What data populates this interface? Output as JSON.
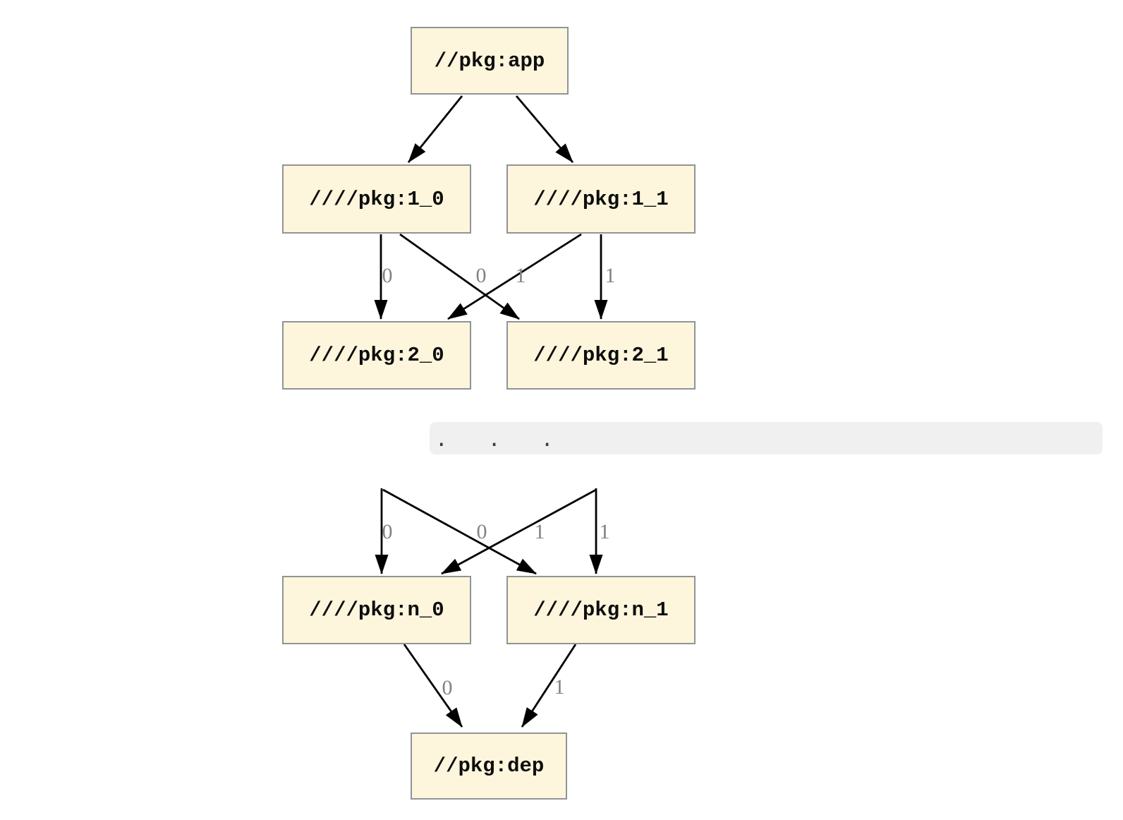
{
  "diagram": {
    "kind": "dependency-graph",
    "nodes": {
      "app": "//pkg:app",
      "l1_0": "////pkg:1_0",
      "l1_1": "////pkg:1_1",
      "l2_0": "////pkg:2_0",
      "l2_1": "////pkg:2_1",
      "ln_0": "////pkg:n_0",
      "ln_1": "////pkg:n_1",
      "dep": "//pkg:dep"
    },
    "ellipsis": ". . .",
    "edge_labels": {
      "l1_0_to_l2_0": "0",
      "l1_1_to_l2_0": "0",
      "l1_0_to_l2_1": "1",
      "l1_1_to_l2_1": "1",
      "left_to_n_0": "0",
      "right_to_n_0": "0",
      "left_to_n_1": "1",
      "right_to_n_1": "1",
      "n_0_to_dep": "0",
      "n_1_to_dep": "1"
    },
    "colors": {
      "node_fill": "#fdf6dc",
      "node_border": "#8e9596",
      "edge": "#000000",
      "edge_label": "#828282",
      "ellipsis_band": "#f0f0f0"
    }
  }
}
